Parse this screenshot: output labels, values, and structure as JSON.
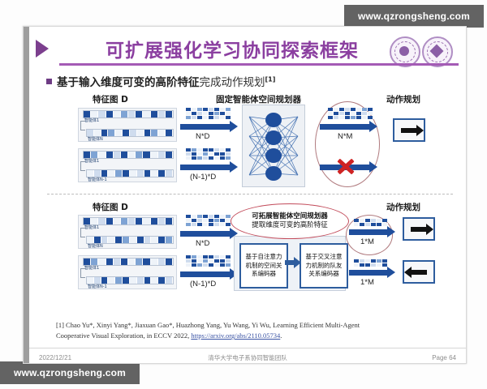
{
  "watermark": {
    "text": "www.qzrongsheng.com"
  },
  "slide": {
    "title": "可扩展强化学习协同探索框架",
    "subtitle_bold": "基于输入维度可变的高阶特征",
    "subtitle_light": "完成动作规划",
    "subtitle_sup": "[1]",
    "logos": [
      "university-seal-logo",
      "university-diamond-logo"
    ]
  },
  "top_section": {
    "feature_map_header": "特征图 D",
    "planner_header": "固定智能体空间规划器",
    "action_header": "动作规划",
    "group1": {
      "agent_first": "智能体1",
      "agent_last": "智能体N",
      "dim": "N*D"
    },
    "group2": {
      "agent_first": "智能体1",
      "agent_last": "智能体N-1",
      "dim": "(N-1)*D"
    },
    "output_dim": "N*M",
    "invalid_marker": "red-x-invalid",
    "action_arrow": "arrow-right"
  },
  "bottom_section": {
    "feature_map_header": "特征图 D",
    "action_header": "动作规划",
    "group1": {
      "agent_first": "智能体1",
      "agent_last": "智能体N",
      "dim": "N*D"
    },
    "group2": {
      "agent_first": "智能体1",
      "agent_last": "智能体N-1",
      "dim": "(N-1)*D"
    },
    "oval_line1": "可拓展智能体空间规划器",
    "oval_line2": "提取维度可变的高阶特征",
    "encoder_left": "基于自注意力机制的空间关系编码器",
    "encoder_right": "基于交叉注意力机制的队友关系编码器",
    "output_dim_1": "1*M",
    "output_dim_2": "1*M",
    "action_arrow_1": "arrow-right",
    "action_arrow_2": "arrow-left"
  },
  "reference": {
    "line1": "[1] Chao Yu*, Xinyi Yang*, Jiaxuan Gao*, Huazhong Yang, Yu Wang, Yi Wu,  Learning Efficient Multi-Agent",
    "line2_pre": "Cooperative Visual Exploration, in ECCV 2022, ",
    "link": "https://arxiv.org/abs/2110.05734",
    "line2_post": "."
  },
  "footer": {
    "date": "2022/12/21",
    "center": "清华大学电子系协同智能团队",
    "page": "Page 64"
  },
  "colors": {
    "title_purple": "#8b3fa0",
    "rule_purple": "#a45bb5",
    "deep_blue": "#1f4e9c",
    "accent_red": "#cf2323",
    "oval_red": "#c24b5a",
    "watermark_grey": "#636363"
  }
}
